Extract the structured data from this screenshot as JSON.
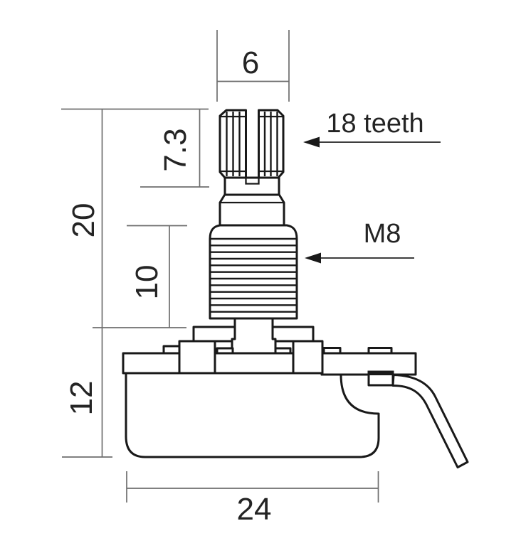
{
  "drawing": {
    "type": "technical-dimension-drawing",
    "subject": "split-knurled-shaft potentiometer side view",
    "colors": {
      "background": "#ffffff",
      "part_line": "#191919",
      "dimension_line": "#6e6e6e",
      "text": "#242424"
    },
    "labels": {
      "shaft_width": "6",
      "knurl_length": "7.3",
      "shaft_length": "20",
      "thread_length": "10",
      "body_height": "12",
      "body_width": "24",
      "teeth_callout": "18 teeth",
      "thread_callout": "M8"
    }
  }
}
